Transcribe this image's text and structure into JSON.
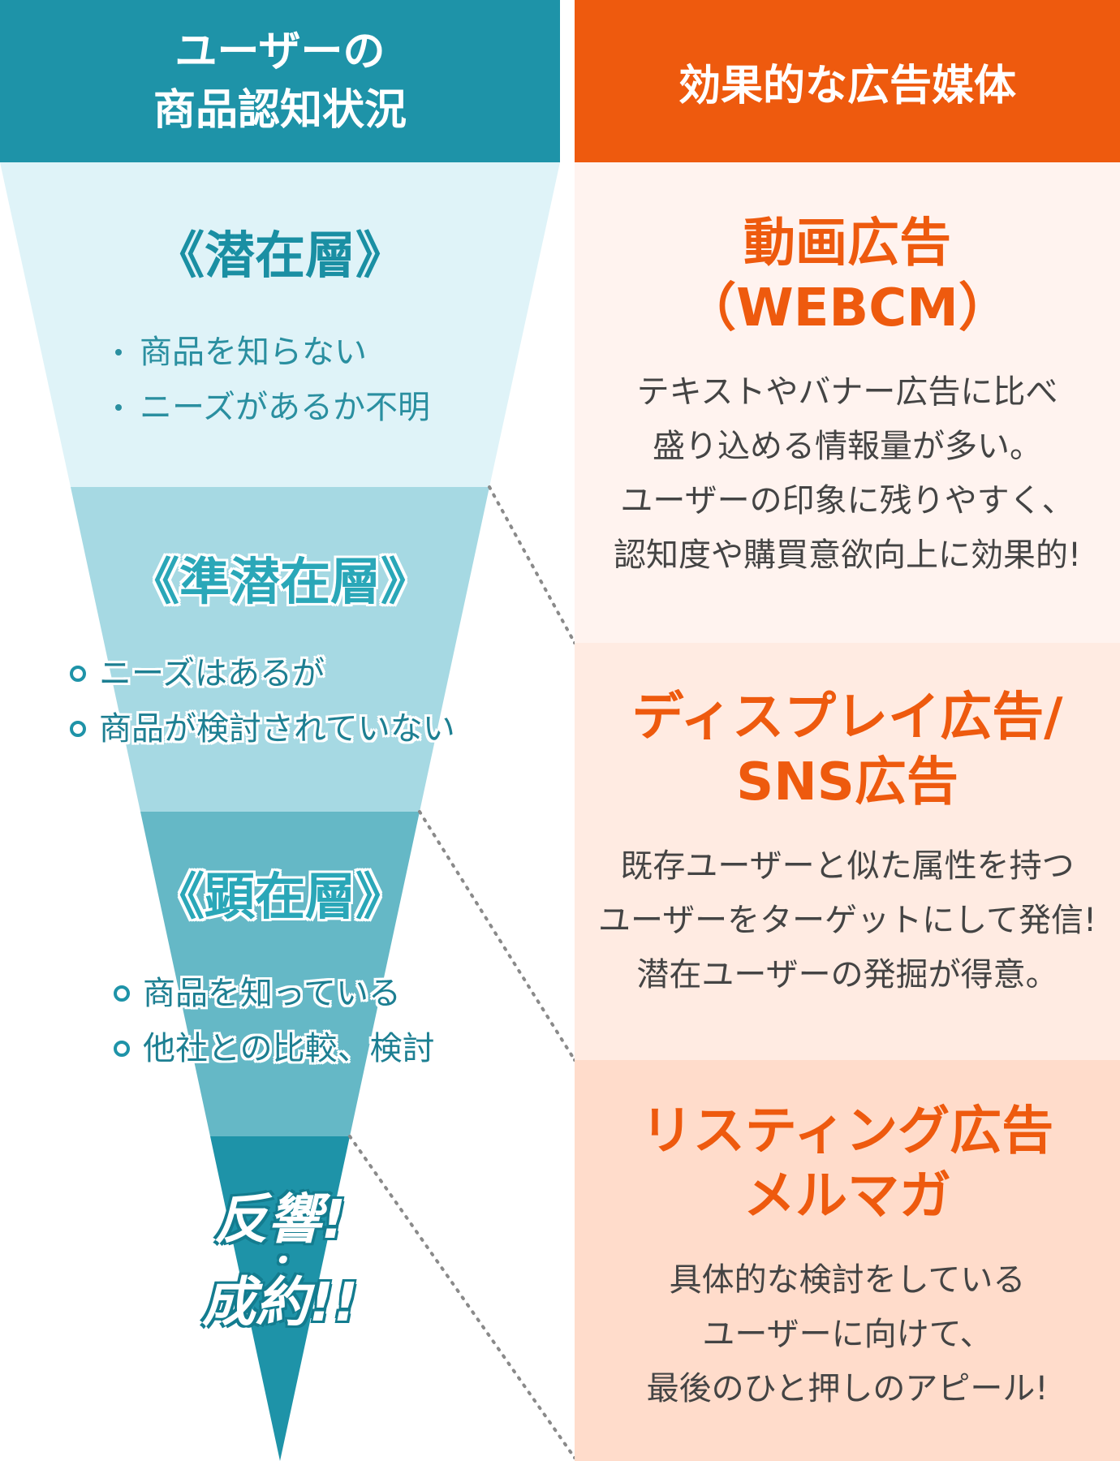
{
  "headers": {
    "left_line1": "ユーザーの",
    "left_line2": "商品認知状況",
    "right": "効果的な広告媒体"
  },
  "tiers": [
    {
      "title": "《潜在層》",
      "bullets": [
        "商品を知らない",
        "ニーズがあるか不明"
      ]
    },
    {
      "title": "《準潜在層》",
      "bullets": [
        "ニーズはあるが",
        "商品が検討されていない"
      ]
    },
    {
      "title": "《顕在層》",
      "bullets": [
        "商品を知っている",
        "他社との比較、検討"
      ]
    }
  ],
  "final": {
    "line1": "反響!",
    "separator": "・",
    "line2": "成約!!"
  },
  "ads": [
    {
      "title_lines": [
        "動画広告",
        "（WEBCM）"
      ],
      "desc_lines": [
        "テキストやバナー広告に比べ",
        "盛り込める情報量が多い。",
        "ユーザーの印象に残りやすく、",
        "認知度や購買意欲向上に効果的!"
      ]
    },
    {
      "title_lines": [
        "ディスプレイ広告/",
        "SNS広告"
      ],
      "desc_lines": [
        "既存ユーザーと似た属性を持つ",
        "ユーザーをターゲットにして発信!",
        "潜在ユーザーの発掘が得意。"
      ]
    },
    {
      "title_lines": [
        "リスティング広告",
        "メルマガ"
      ],
      "desc_lines": [
        "具体的な検討をしている",
        "ユーザーに向けて、",
        "最後のひと押しのアピール!"
      ]
    }
  ],
  "colors": {
    "teal": "#1e93a8",
    "orange": "#ee5a0e",
    "funnel_tier1": "#dff3f8",
    "funnel_tier2": "#a6d9e3",
    "funnel_tier3": "#65b8c6",
    "funnel_tier4": "#1e93a8"
  }
}
